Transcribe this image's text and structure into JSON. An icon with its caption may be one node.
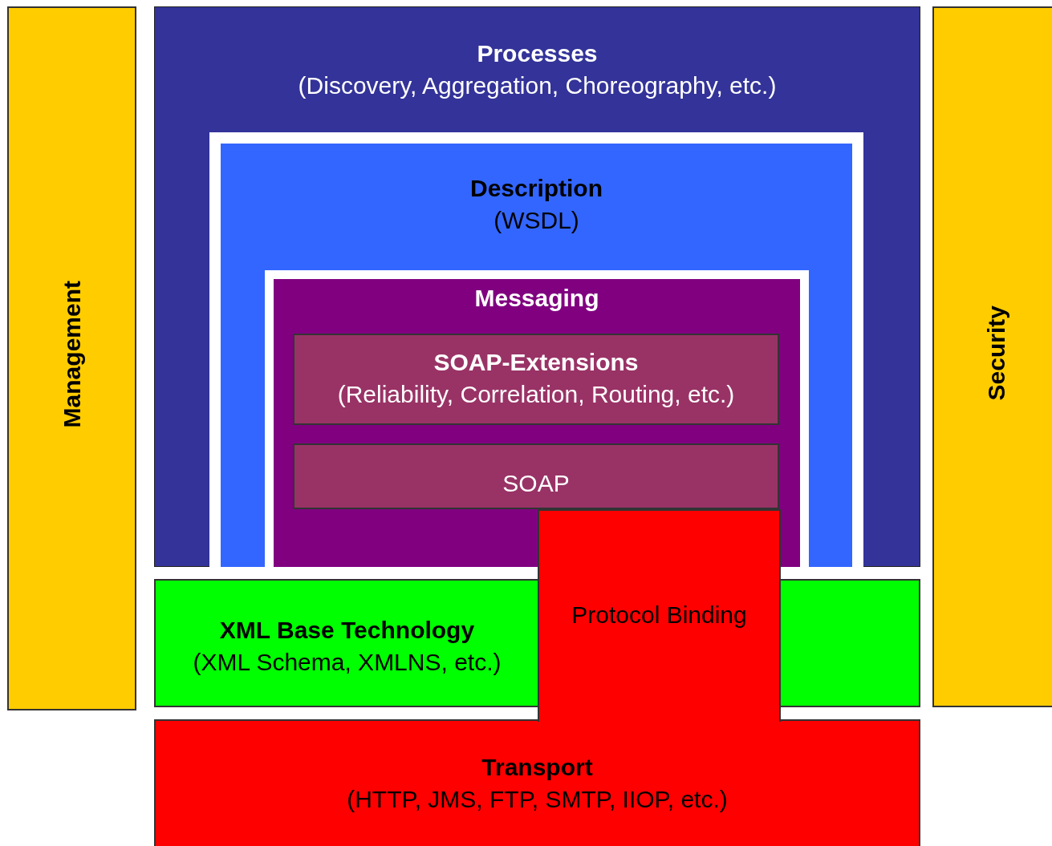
{
  "diagram": {
    "nodes": [
      {
        "text": [
          "Management"
        ]
      },
      {
        "text": [
          "Processes",
          "(Discovery, Aggregation, Choreography, etc.)"
        ]
      },
      {
        "text": [
          "Description",
          "(WSDL)"
        ],
        "in": 1
      },
      {
        "text": [
          "Messaging"
        ],
        "in": 2
      },
      {
        "text": [
          "SOAP-Extensions",
          "(Reliability, Correlation, Routing, etc.)"
        ],
        "in": 3
      },
      {
        "text": [
          "SOAP"
        ],
        "in": 3
      },
      {
        "text": [
          "Protocol Binding"
        ]
      },
      {
        "text": [
          "XML Base Technology",
          "(XML Schema, XMLNS, etc.)"
        ]
      },
      {
        "text": [],
        "shape": "box"
      },
      {
        "text": [
          "Transport",
          "(HTTP, JMS, FTP, SMTP, IIOP, etc.)"
        ]
      },
      {
        "text": [
          "Security"
        ]
      }
    ]
  }
}
